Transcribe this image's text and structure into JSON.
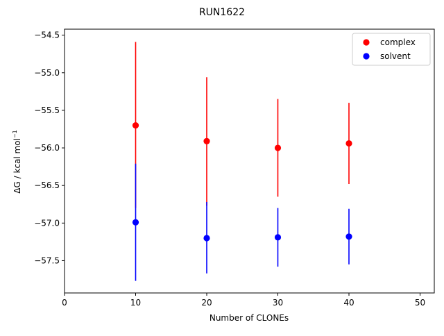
{
  "chart_data": {
    "type": "scatter",
    "title": "RUN1622",
    "xlabel": "Number of CLONEs",
    "ylabel_main": "ΔG / kcal mol",
    "ylabel_sup": "−1",
    "xlim": [
      0,
      52
    ],
    "ylim": [
      -57.93,
      -54.42
    ],
    "xticks": [
      0,
      10,
      20,
      30,
      40,
      50
    ],
    "xtick_labels": [
      "0",
      "10",
      "20",
      "30",
      "40",
      "50"
    ],
    "yticks": [
      -54.5,
      -55.0,
      -55.5,
      -56.0,
      -56.5,
      -57.0,
      -57.5
    ],
    "ytick_labels": [
      "−54.5",
      "−55.0",
      "−55.5",
      "−56.0",
      "−56.5",
      "−57.0",
      "−57.5"
    ],
    "grid": false,
    "legend_position": "top-right",
    "series": [
      {
        "name": "complex",
        "color": "#ff0000",
        "x": [
          10,
          20,
          30,
          40
        ],
        "y": [
          -55.7,
          -55.91,
          -56.0,
          -55.94
        ],
        "err_low": [
          -56.8,
          -56.77,
          -56.65,
          -56.48
        ],
        "err_high": [
          -54.59,
          -55.06,
          -55.35,
          -55.4
        ]
      },
      {
        "name": "solvent",
        "color": "#0000ff",
        "x": [
          10,
          20,
          30,
          40
        ],
        "y": [
          -56.99,
          -57.2,
          -57.19,
          -57.18
        ],
        "err_low": [
          -57.77,
          -57.67,
          -57.58,
          -57.55
        ],
        "err_high": [
          -56.21,
          -56.72,
          -56.8,
          -56.81
        ]
      }
    ]
  }
}
